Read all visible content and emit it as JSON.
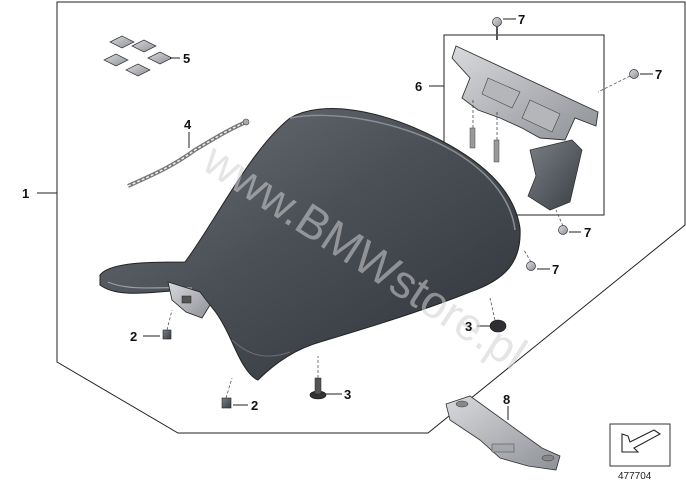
{
  "diagram": {
    "callouts": [
      {
        "id": "frame-1",
        "label": "1"
      },
      {
        "id": "screw-left",
        "label": "2"
      },
      {
        "id": "screw-bottom",
        "label": "2"
      },
      {
        "id": "bolt-center",
        "label": "3"
      },
      {
        "id": "buffer-right",
        "label": "3"
      },
      {
        "id": "cable",
        "label": "4"
      },
      {
        "id": "clips",
        "label": "5"
      },
      {
        "id": "handle-set",
        "label": "6"
      },
      {
        "id": "screw-top",
        "label": "7"
      },
      {
        "id": "screw-upper-right",
        "label": "7"
      },
      {
        "id": "screw-mid-right",
        "label": "7"
      },
      {
        "id": "screw-seat-right",
        "label": "7"
      },
      {
        "id": "bracket",
        "label": "8"
      }
    ],
    "diagram_number": "477704",
    "watermark": "www.BMWstore.pl"
  }
}
